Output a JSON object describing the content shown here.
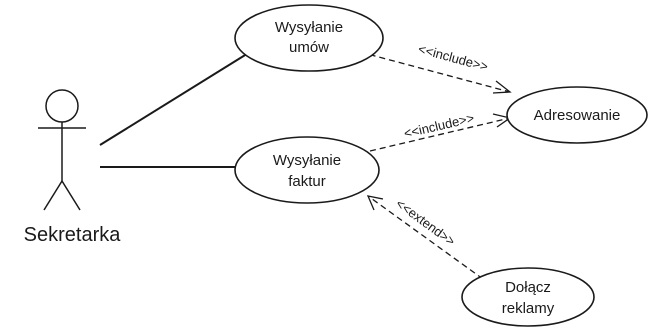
{
  "actor": {
    "name": "Sekretarka"
  },
  "use_cases": {
    "wysylanie_umow": {
      "line1": "Wysyłanie",
      "line2": "umów"
    },
    "adresowanie": {
      "label": "Adresowanie"
    },
    "wysylanie_faktur": {
      "line1": "Wysyłanie",
      "line2": "faktur"
    },
    "dolacz_reklamy": {
      "line1": "Dołącz",
      "line2": "reklamy"
    }
  },
  "relations": {
    "include_umowy": "<<include>>",
    "include_faktury": "<<include>>",
    "extend_reklamy": "<<extend>>"
  }
}
